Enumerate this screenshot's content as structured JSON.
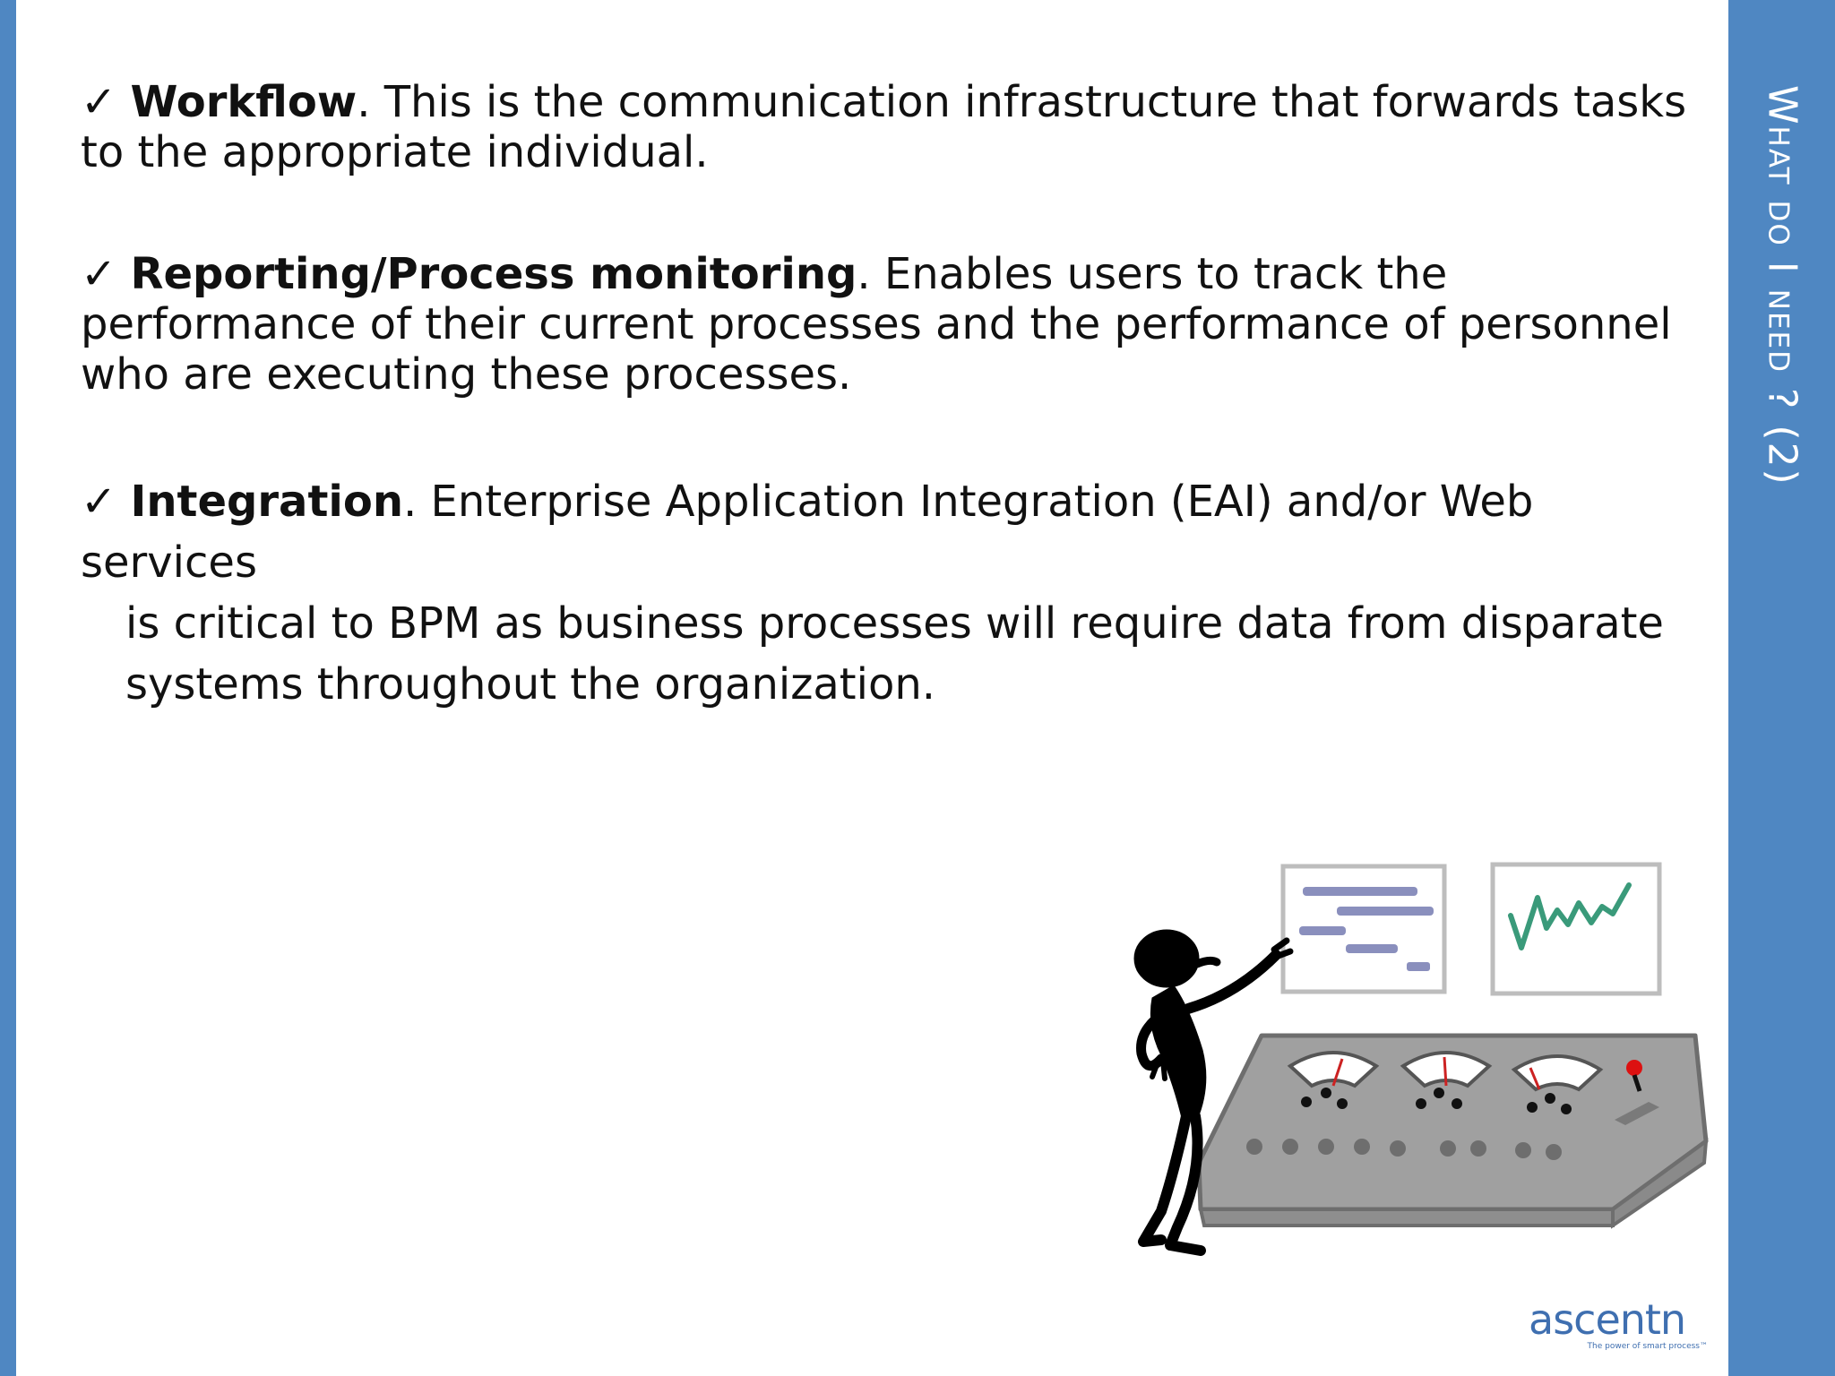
{
  "slide": {
    "title": "What do I need ? (2)",
    "bullets": [
      {
        "check": "✓",
        "term": "Workflow",
        "text": ". This is the communication infrastructure that forwards tasks to the appropriate individual."
      },
      {
        "check": "✓",
        "term": "Reporting/Process monitoring",
        "text": ". Enables users to track the performance of their current processes and the performance of personnel who are executing these processes."
      },
      {
        "check": "✓",
        "term": "Integration",
        "text_line1": ". Enterprise Application Integration (EAI) and/or Web services",
        "text_rest": "is critical to BPM as business processes will require data from disparate systems throughout the organization."
      }
    ]
  },
  "logo": {
    "name": "ascentn",
    "tagline": "The power of smart process™"
  },
  "colors": {
    "accent": "#4f87c2",
    "text": "#111111",
    "panel": "#9e9e9e",
    "chart_line": "#3a9a7a",
    "bars": "#8a8fbd",
    "needle": "#cc2222"
  }
}
